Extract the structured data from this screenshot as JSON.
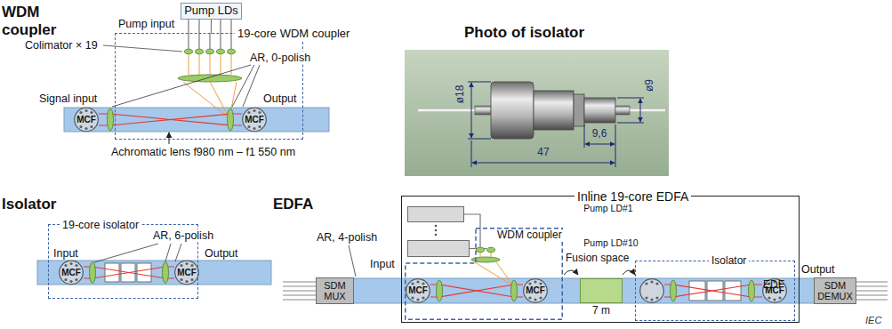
{
  "diagram": {
    "nodes": [
      {
        "text": [
          "Pump LDs"
        ]
      },
      {
        "text": [
          "19-core WDM coupler"
        ]
      },
      {
        "text": [
          "19-core isolator"
        ]
      },
      {
        "text": [
          "SDM MUX"
        ]
      },
      {
        "text": [
          "Inline 19-core EDFA"
        ]
      },
      {
        "text": [
          "Pump LD#1"
        ],
        "in": 4
      },
      {
        "text": [
          "Pump LD#10"
        ],
        "in": 4
      },
      {
        "text": [
          "WDM coupler"
        ],
        "in": 4
      },
      {
        "text": [
          "EDF"
        ],
        "in": 4
      },
      {
        "text": [
          "Isolator"
        ],
        "in": 4
      },
      {
        "text": [
          "SDM DEMUX"
        ]
      }
    ],
    "edges": [
      {
        "from": 0,
        "to": 1,
        "arrow": "none"
      },
      {
        "from": 3,
        "to": 4,
        "arrow": "none"
      },
      {
        "from": 5,
        "to": 7,
        "arrow": "none"
      },
      {
        "from": 6,
        "to": 7,
        "arrow": "none"
      },
      {
        "from": 7,
        "to": 8,
        "arrow": "none"
      },
      {
        "from": 8,
        "to": 9,
        "arrow": "none"
      },
      {
        "from": 4,
        "to": 10,
        "arrow": "none"
      }
    ],
    "labels": [
      "WDM coupler",
      "Pump input",
      "Colimator × 19",
      "AR, 0-polish",
      "Signal input",
      "Output",
      "MCF",
      "MCF",
      "Achromatic lens f980 nm – f1 550 nm",
      "Photo of isolator",
      "ø18",
      "47",
      "9,6",
      "ø9",
      "Isolator",
      "AR, 6-polish",
      "Input",
      "Output",
      "MCF",
      "MCF",
      "EDFA",
      "AR, 4-polish",
      "Input",
      "MCF",
      "MCF",
      "Fusion space",
      "7 m",
      "MCF",
      "Output",
      "IEC"
    ]
  }
}
